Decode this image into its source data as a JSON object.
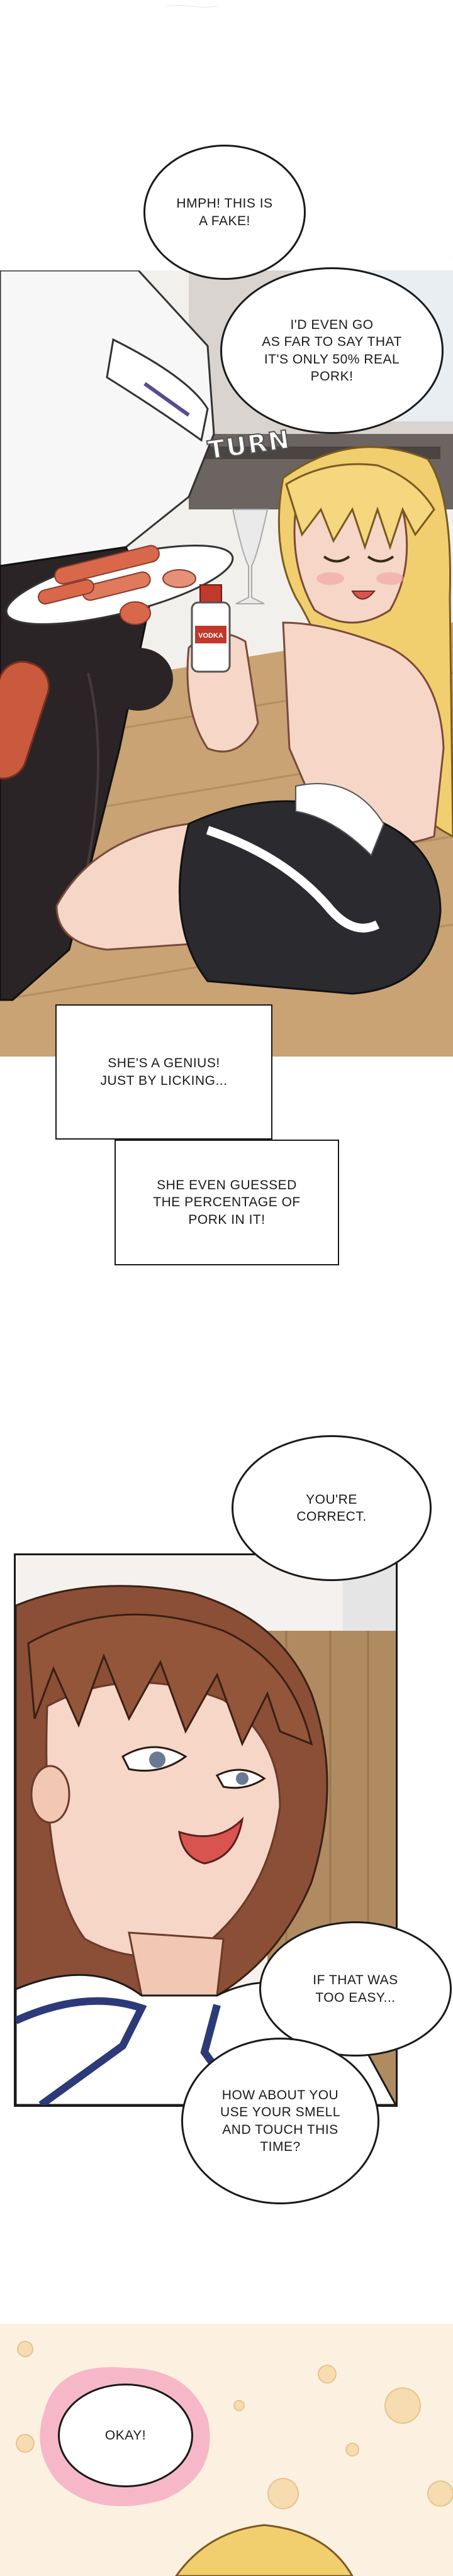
{
  "page": {
    "background": "#ffffff"
  },
  "panel1": {
    "bubble_fake": "HMPH! THIS IS\nA FAKE!",
    "bubble_pork": "I'D EVEN GO\nAS FAR TO SAY THAT\nIT'S ONLY 50% REAL\nPORK!",
    "sfx": "TURN",
    "bottle_label": "VODKA"
  },
  "captions": {
    "genius": "SHE'S A GENIUS!\nJUST BY LICKING...",
    "guessed": "SHE EVEN GUESSED\nTHE PERCENTAGE OF\nPORK IN IT!"
  },
  "panel2": {
    "bubble_correct": "YOU'RE\nCORRECT.",
    "bubble_easy": "IF THAT WAS\nTOO EASY...",
    "bubble_smell": "HOW ABOUT YOU\nUSE YOUR SMELL\nAND TOUCH THIS\nTIME?"
  },
  "panel3": {
    "bubble_okay": "OKAY!"
  },
  "colors": {
    "hair_blonde": "#f2cf6e",
    "hair_brown": "#8a4f36",
    "skin": "#f6d6c6",
    "uniform_navy": "#2c3a7a",
    "sausage": "#d9684b",
    "floor_wood": "#c9a374",
    "panel3_bg": "#fcf1e1"
  }
}
